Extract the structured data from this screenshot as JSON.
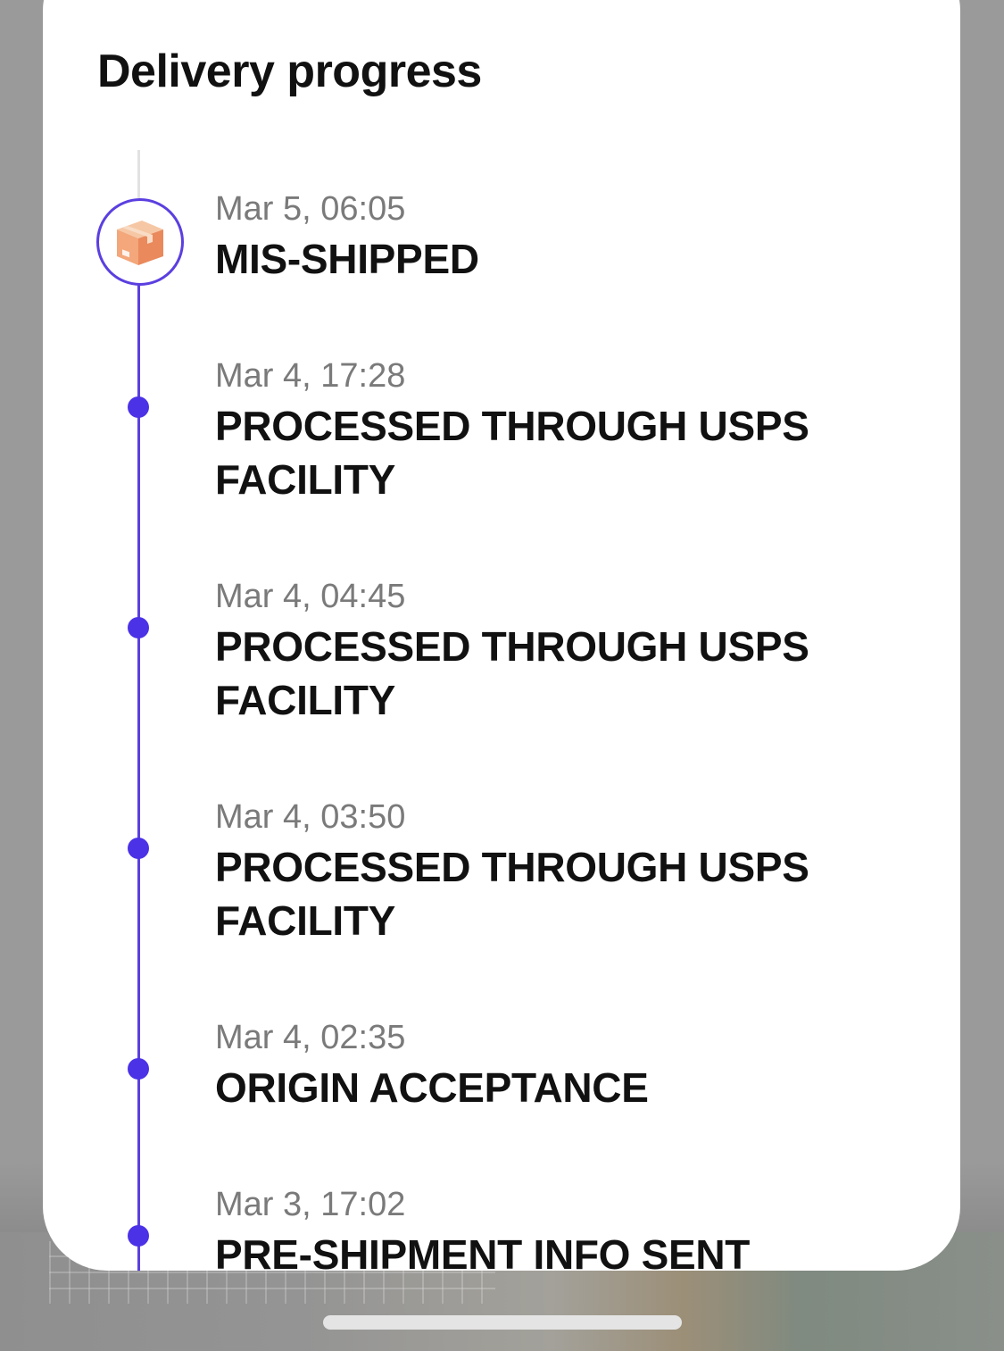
{
  "sheet": {
    "title": "Delivery progress"
  },
  "timeline": {
    "accent_color": "#5b3fe0",
    "current_icon": "package-box-icon",
    "events": [
      {
        "time": "Mar 5, 06:05",
        "status": "MIS-SHIPPED"
      },
      {
        "time": "Mar 4, 17:28",
        "status": "PROCESSED THROUGH USPS FACILITY"
      },
      {
        "time": "Mar 4, 04:45",
        "status": "PROCESSED THROUGH USPS FACILITY"
      },
      {
        "time": "Mar 4, 03:50",
        "status": "PROCESSED THROUGH USPS FACILITY"
      },
      {
        "time": "Mar 4, 02:35",
        "status": "ORIGIN ACCEPTANCE"
      },
      {
        "time": "Mar 3, 17:02",
        "status": "PRE-SHIPMENT INFO SENT"
      }
    ]
  }
}
